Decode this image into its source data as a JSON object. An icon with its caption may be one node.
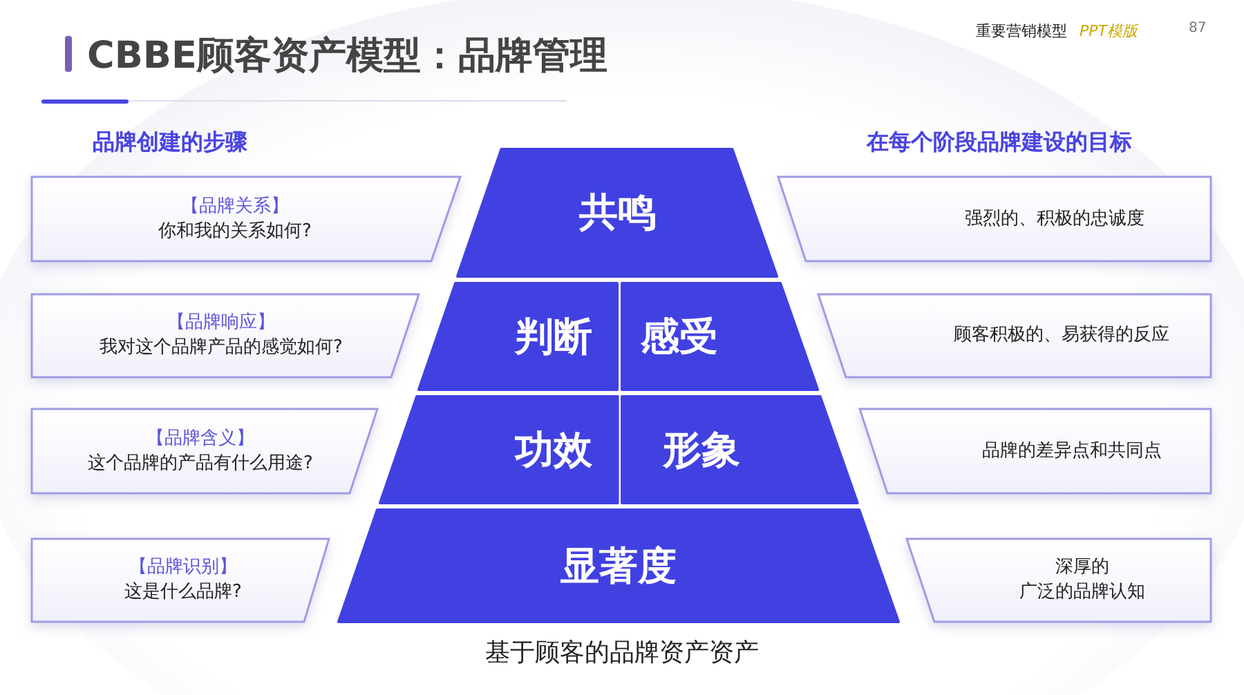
{
  "diagram": {
    "title": "CBBE顾客资产模型：**品牌管理**",
    "caption": "基于顾客的品牌资产资产",
    "nodes": [
      {
        "text": [
          "共鸣"
        ]
      },
      {
        "text": [
          "判断"
        ]
      },
      {
        "text": [
          "感受"
        ]
      },
      {
        "text": [
          "功效"
        ]
      },
      {
        "text": [
          "形象"
        ]
      },
      {
        "text": [
          "显著度"
        ]
      },
      {
        "text": [
          "【品牌关系】",
          "你和我的关系如何?"
        ]
      },
      {
        "text": [
          "【品牌响应】",
          "我对这个品牌产品的感觉如何?"
        ]
      },
      {
        "text": [
          "【品牌含义】",
          "这个品牌的产品有什么用途?"
        ]
      },
      {
        "text": [
          "【品牌识别】",
          "这是什么品牌?"
        ]
      },
      {
        "text": [
          "强烈的、积极的忠诚度"
        ]
      },
      {
        "text": [
          "顾客积极的、易获得的反应"
        ]
      },
      {
        "text": [
          "品牌的差异点和共同点"
        ]
      },
      {
        "text": [
          "深厚的",
          "广泛的品牌认知"
        ]
      }
    ],
    "labels": [
      "重要营销模型",
      "PPT模版",
      "87",
      "品牌创建的步骤",
      "在每个阶段品牌建设的目标"
    ]
  }
}
